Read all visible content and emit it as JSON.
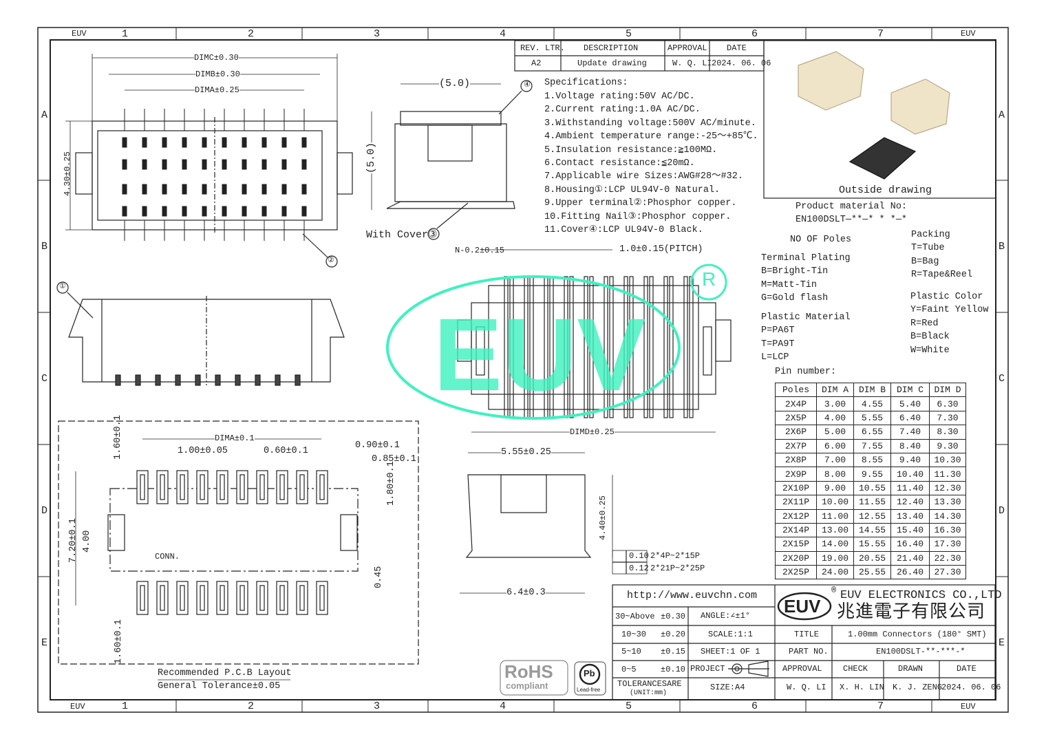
{
  "frame": {
    "brand": "EUV",
    "zones_x": [
      "1",
      "2",
      "3",
      "4",
      "5",
      "6",
      "7"
    ],
    "zones_y": [
      "A",
      "B",
      "C",
      "D",
      "E"
    ]
  },
  "revision": {
    "headers": [
      "REV. LTR.",
      "DESCRIPTION",
      "APPROVAL",
      "DATE"
    ],
    "row": [
      "A2",
      "Update drawing",
      "W. Q. LI",
      "2024. 06. 06"
    ]
  },
  "outside_drawing": "Outside drawing",
  "specs": {
    "title": "Specifications:",
    "items": [
      "1.Voltage rating:50V AC/DC.",
      "2.Current rating:1.0A AC/DC.",
      "3.Withstanding voltage:500V AC/minute.",
      "4.Ambient temperature range:-25～+85℃.",
      "5.Insulation resistance:≧100MΩ.",
      "6.Contact resistance:≦20mΩ.",
      "7.Applicable wire Sizes:AWG#28～#32.",
      "8.Housing①:LCP UL94V-0 Natural.",
      "9.Upper terminal②:Phosphor copper.",
      "10.Fitting Nail③:Phosphor copper.",
      "11.Cover④:LCP UL94V-0 Black."
    ]
  },
  "dims": {
    "dimc": "DIMC±0.30",
    "dimb": "DIMB±0.30",
    "dima": "DIMA±0.25",
    "h430": "4.30±0.25",
    "w50": "(5.0)",
    "h50": "(5.0)",
    "with_cover": "With Cover③",
    "n_pitch": "N-0.2±0.15",
    "pitch": "1.0±0.15(PITCH)",
    "dimd": "DIMD±0.25",
    "w555": "5.55±0.25",
    "h440": "4.40±0.25",
    "w64": "6.4±0.3",
    "flat1_val": "0.10",
    "flat1_range": "2*4P~2*15P",
    "flat2_val": "0.12",
    "flat2_range": "2*21P~2*25P",
    "callouts": [
      "①",
      "②",
      "③",
      "④"
    ]
  },
  "pcb": {
    "dima": "DIMA±0.1",
    "p100": "1.00±0.05",
    "p060": "0.60±0.1",
    "p090": "0.90±0.1",
    "p085": "0.85±0.1",
    "p160a": "1.60±0.1",
    "p180": "1.80±0.1",
    "p720": "7.20±0.1",
    "p400": "4.00",
    "conn": "CONN.",
    "p045": "0.45",
    "p160b": "1.60±0.1",
    "title": "Recommended P.C.B Layout",
    "tolerance": "General Tolerance±0.05"
  },
  "material": {
    "title": "Product material No:",
    "code": "EN100DSLT—**—* * *—*",
    "poles": "NO OF Poles",
    "plating": [
      "Terminal Plating",
      "B=Bright-Tin",
      "M=Matt-Tin",
      "G=Gold flash"
    ],
    "plastic": [
      "Plastic Material",
      "P=PA6T",
      "T=PA9T",
      "L=LCP"
    ],
    "packing": [
      "Packing",
      "T=Tube",
      "B=Bag",
      "R=Tape&Reel"
    ],
    "color": [
      "Plastic Color",
      "Y=Faint Yellow",
      "R=Red",
      "B=Black",
      "W=White"
    ],
    "pin_number": "Pin number:"
  },
  "pin_table": {
    "headers": [
      "Poles",
      "DIM A",
      "DIM B",
      "DIM C",
      "DIM D"
    ],
    "rows": [
      [
        "2X4P",
        "3.00",
        "4.55",
        "5.40",
        "6.30"
      ],
      [
        "2X5P",
        "4.00",
        "5.55",
        "6.40",
        "7.30"
      ],
      [
        "2X6P",
        "5.00",
        "6.55",
        "7.40",
        "8.30"
      ],
      [
        "2X7P",
        "6.00",
        "7.55",
        "8.40",
        "9.30"
      ],
      [
        "2X8P",
        "7.00",
        "8.55",
        "9.40",
        "10.30"
      ],
      [
        "2X9P",
        "8.00",
        "9.55",
        "10.40",
        "11.30"
      ],
      [
        "2X10P",
        "9.00",
        "10.55",
        "11.40",
        "12.30"
      ],
      [
        "2X11P",
        "10.00",
        "11.55",
        "12.40",
        "13.30"
      ],
      [
        "2X12P",
        "11.00",
        "12.55",
        "13.40",
        "14.30"
      ],
      [
        "2X14P",
        "13.00",
        "14.55",
        "15.40",
        "16.30"
      ],
      [
        "2X15P",
        "14.00",
        "15.55",
        "16.40",
        "17.30"
      ],
      [
        "2X20P",
        "19.00",
        "20.55",
        "21.40",
        "22.30"
      ],
      [
        "2X25P",
        "24.00",
        "25.55",
        "26.40",
        "27.30"
      ]
    ]
  },
  "title_block": {
    "url": "http://www.euvchn.com",
    "company_en": "EUV ELECTRONICS CO.,LTD",
    "company_cn": "兆進電子有限公司",
    "logo": "EUV",
    "reg": "®",
    "tol": [
      [
        "30~Above",
        "±0.30"
      ],
      [
        "10~30",
        "±0.20"
      ],
      [
        "5~10",
        "±0.15"
      ],
      [
        "0~5",
        "±0.10"
      ]
    ],
    "tol_label": "TOLERANCESARE",
    "unit": "(UNIT:mm)",
    "angle": "ANGLE:∠±1°",
    "scale": "SCALE:1:1",
    "sheet": "SHEET:1 OF 1",
    "project": "PROJECT",
    "size": "SIZE:A4",
    "title_label": "TITLE",
    "title_value": "1.00mm Connectors (180° SMT)",
    "part_label": "PART NO.",
    "part_value": "EN100DSLT-**-***-*",
    "approval": "APPROVAL",
    "check": "CHECK",
    "drawn": "DRAWN",
    "date": "DATE",
    "approval_v": "W. Q. LI",
    "check_v": "X. H. LIN",
    "drawn_v": "K. J. ZENG",
    "date_v": "2024. 06. 06"
  },
  "badges": {
    "rohs": "RoHS",
    "compliant": "compliant",
    "pb": "Pb",
    "leadfree": "Lead-free"
  },
  "watermark": {
    "text": "EUV",
    "reg": "R",
    "color": "#3ef2c0"
  }
}
